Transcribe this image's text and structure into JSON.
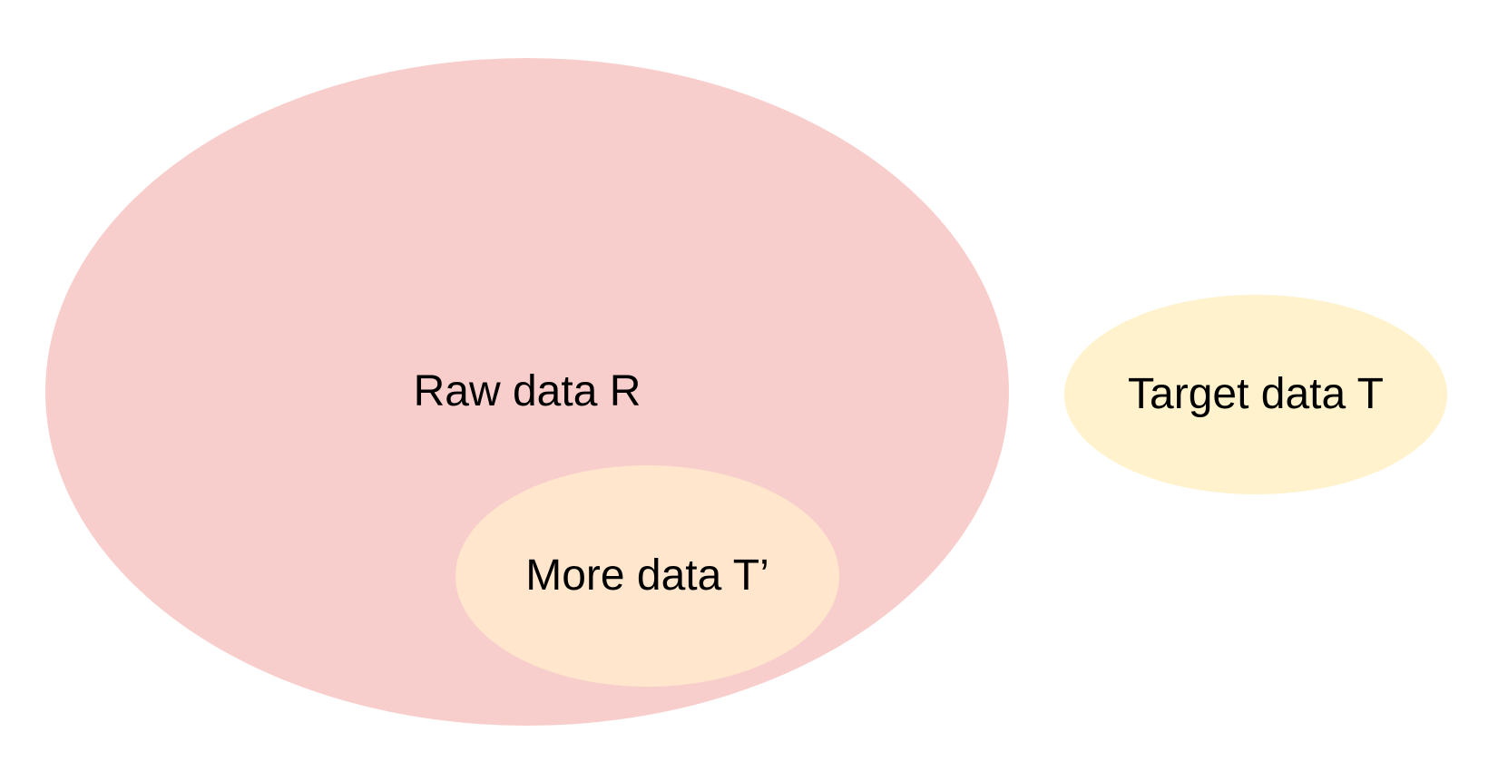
{
  "diagram": {
    "type": "euler-venn",
    "background_color": "#ffffff",
    "text_color": "#000000",
    "shapes": [
      {
        "id": "raw-data",
        "label": "Raw data R",
        "fill": "#f8cecc",
        "relation": "superset, contains more-data"
      },
      {
        "id": "more-data",
        "label": "More data T’",
        "fill": "#ffe6cc",
        "relation": "subset of raw-data"
      },
      {
        "id": "target-data",
        "label": "Target data T",
        "fill": "#fff2cc",
        "relation": "disjoint from raw-data"
      }
    ]
  }
}
